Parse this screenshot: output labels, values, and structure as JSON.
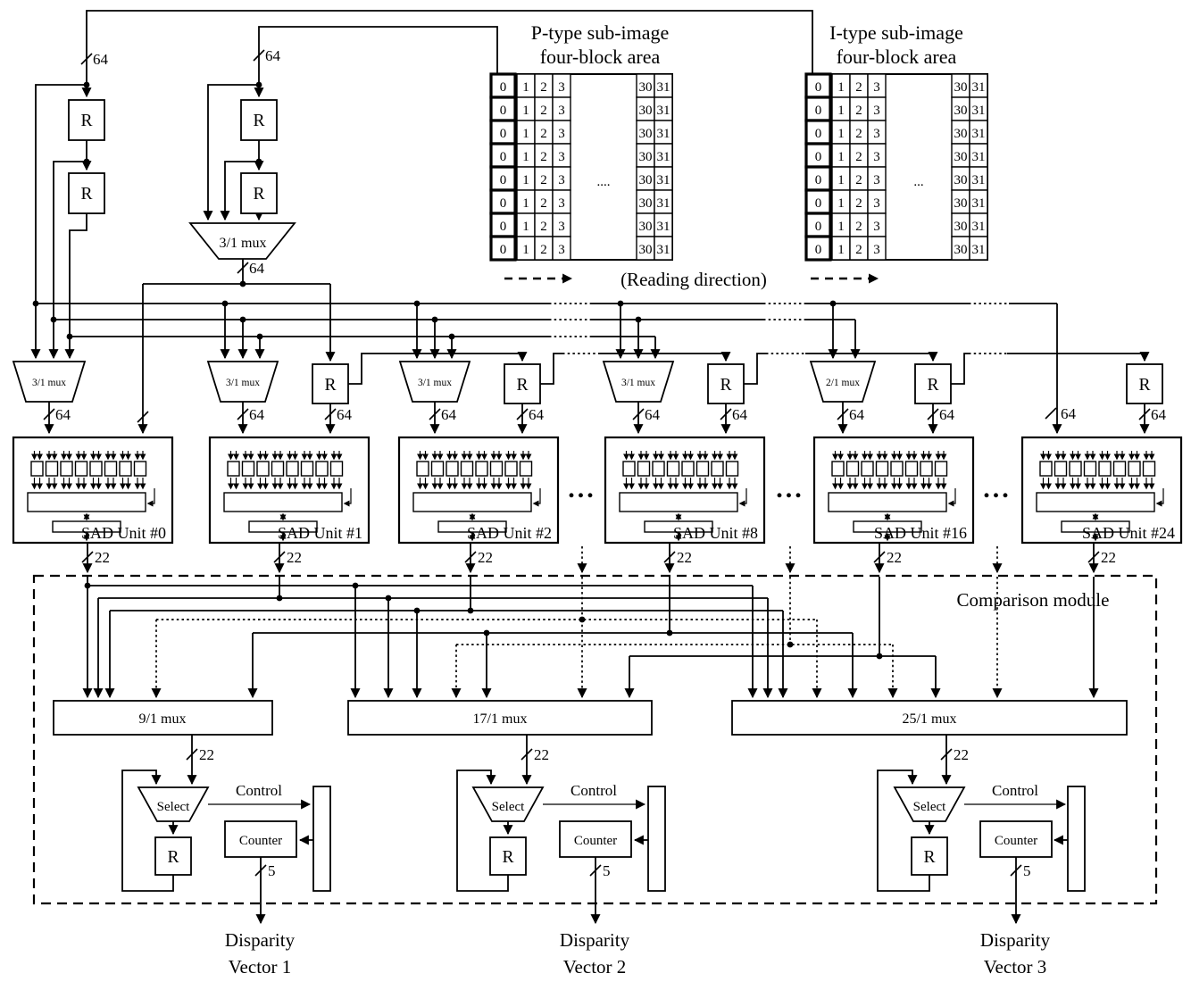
{
  "p_table": {
    "title": [
      "P-type sub-image",
      "four-block area"
    ],
    "col_labels": [
      "0",
      "1",
      "2",
      "3",
      "30",
      "31"
    ],
    "gap_dots": "....",
    "rows": 8
  },
  "i_table": {
    "title": [
      "I-type sub-image",
      "four-block area"
    ],
    "col_labels": [
      "0",
      "1",
      "2",
      "3",
      "30",
      "31"
    ],
    "gap_dots": "...",
    "rows": 8
  },
  "reading_direction": "(Reading  direction)",
  "labels": {
    "register": "R",
    "mux31": "3/1 mux",
    "mux21": "2/1 mux",
    "mux91": "9/1 mux",
    "mux171": "17/1 mux",
    "mux251": "25/1 mux",
    "select": "Select",
    "counter": "Counter",
    "control": "Control",
    "w64": "64",
    "w22": "22",
    "w5": "5",
    "ellipsis": "..."
  },
  "sad_units": [
    {
      "label": "SAD Unit #0"
    },
    {
      "label": "SAD Unit #1"
    },
    {
      "label": "SAD Unit #2"
    },
    {
      "label": "SAD Unit #8"
    },
    {
      "label": "SAD Unit #16"
    },
    {
      "label": "SAD Unit #24"
    }
  ],
  "comparison": {
    "title": "Comparison module"
  },
  "outputs": [
    {
      "line1": "Disparity",
      "line2": "Vector 1"
    },
    {
      "line1": "Disparity",
      "line2": "Vector 2"
    },
    {
      "line1": "Disparity",
      "line2": "Vector 3"
    }
  ]
}
